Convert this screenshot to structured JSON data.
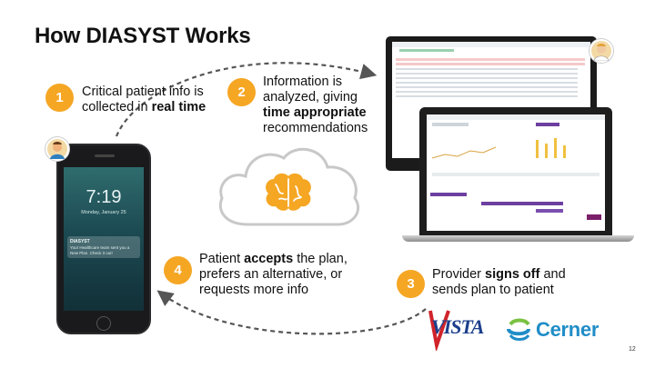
{
  "title": "How DIASYST Works",
  "steps": [
    {
      "number": "1",
      "text_before": "Critical patient info is collected in ",
      "bold": "real time",
      "text_after": ""
    },
    {
      "number": "2",
      "text_before": "Information is analyzed, giving ",
      "bold": "time appropriate",
      "text_after": " recommendations"
    },
    {
      "number": "3",
      "text_before": "Provider ",
      "bold": "signs off",
      "text_after": " and sends plan to patient"
    },
    {
      "number": "4",
      "text_before": "Patient ",
      "bold": "accepts",
      "text_after": " the plan, prefers an alternative, or requests more info"
    }
  ],
  "phone": {
    "time": "7:19",
    "date": "Monday, January 25",
    "notification_app": "DIASYST",
    "notification_message": "Your Healthcare team sent you a New Plan. Check it out!"
  },
  "logos": {
    "vista": "VISTA",
    "cerner": "Cerner"
  },
  "page_number": "12",
  "colors": {
    "badge": "#f5a623",
    "arrow": "#555555",
    "cloud_fill": "#ffffff",
    "cloud_stroke": "#c8c8c8",
    "brain": "#f5a623",
    "vista_red": "#d0232a",
    "vista_blue": "#1c3f8c",
    "cerner_blue": "#1f8dc7",
    "cerner_green": "#7bc142"
  },
  "icons": {
    "brain": "brain-icon",
    "cloud": "cloud-icon",
    "patient_avatar": "patient-avatar-icon",
    "doctor_avatar": "doctor-avatar-icon"
  }
}
